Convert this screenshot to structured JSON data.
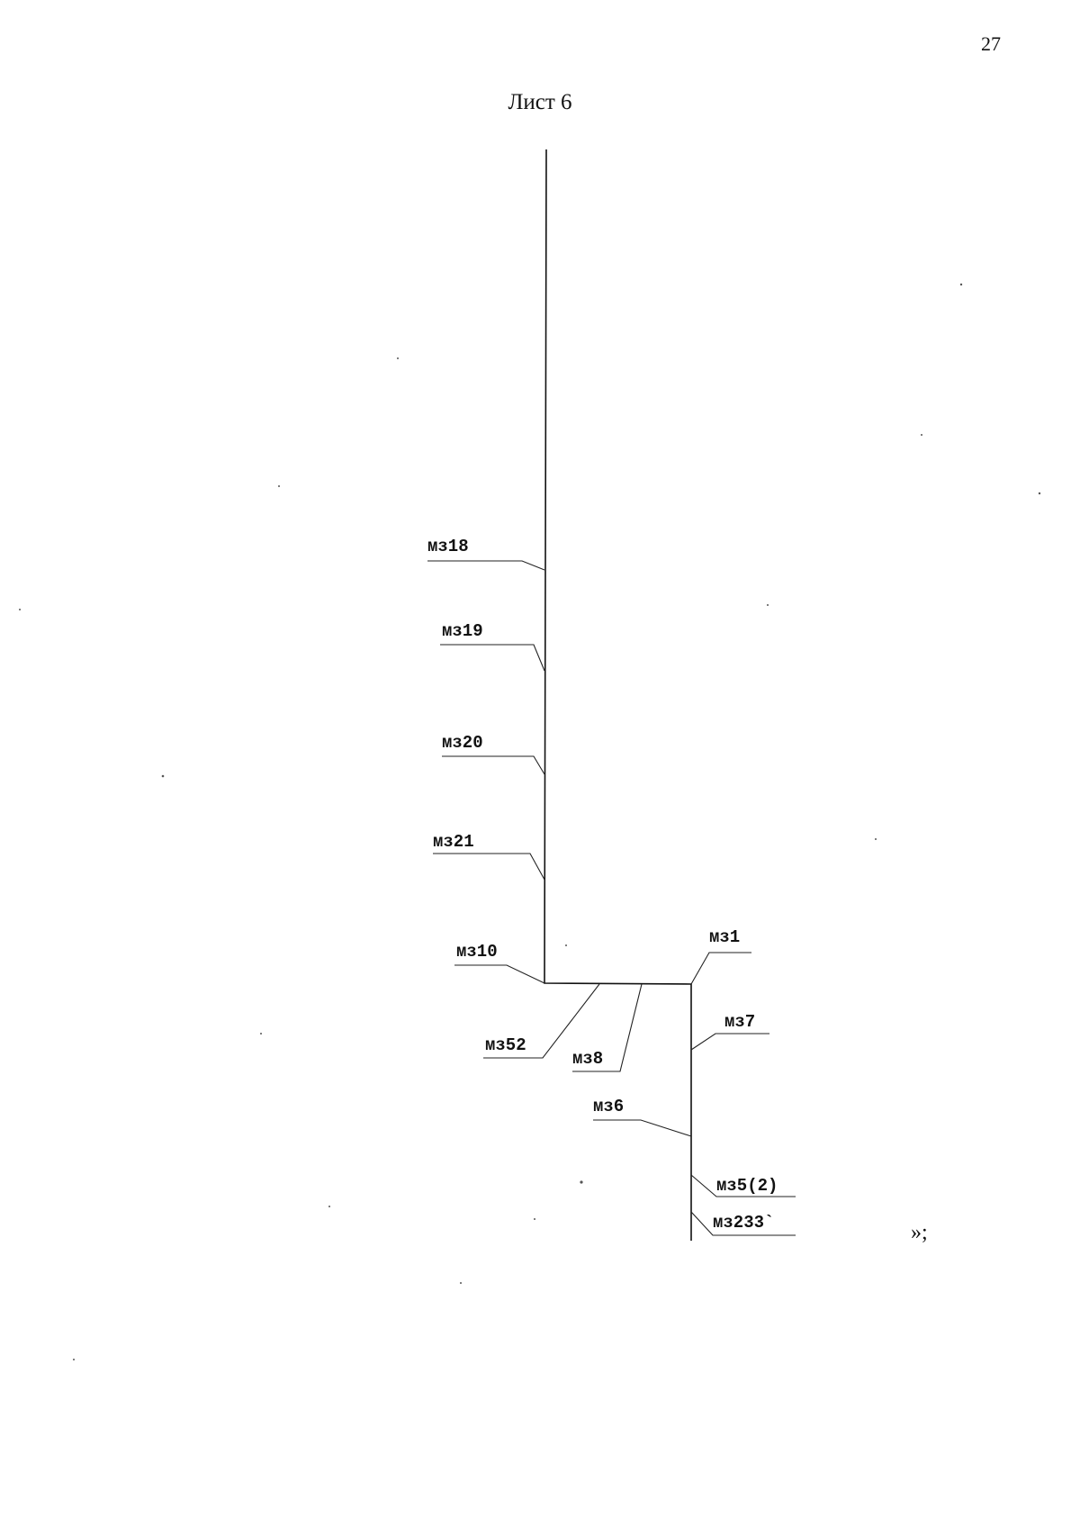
{
  "page_number": "27",
  "sheet_title": "Лист 6",
  "labels": {
    "ms18": "мз18",
    "ms19": "мз19",
    "ms20": "мз20",
    "ms21": "мз21",
    "ms10": "мз10",
    "ms1": "мз1",
    "ms7": "мз7",
    "ms52": "мз52",
    "ms8": "мз8",
    "ms6": "мз6",
    "ms5": "мз5(2)",
    "ms233": "мз233`"
  },
  "closing_mark": "»;"
}
